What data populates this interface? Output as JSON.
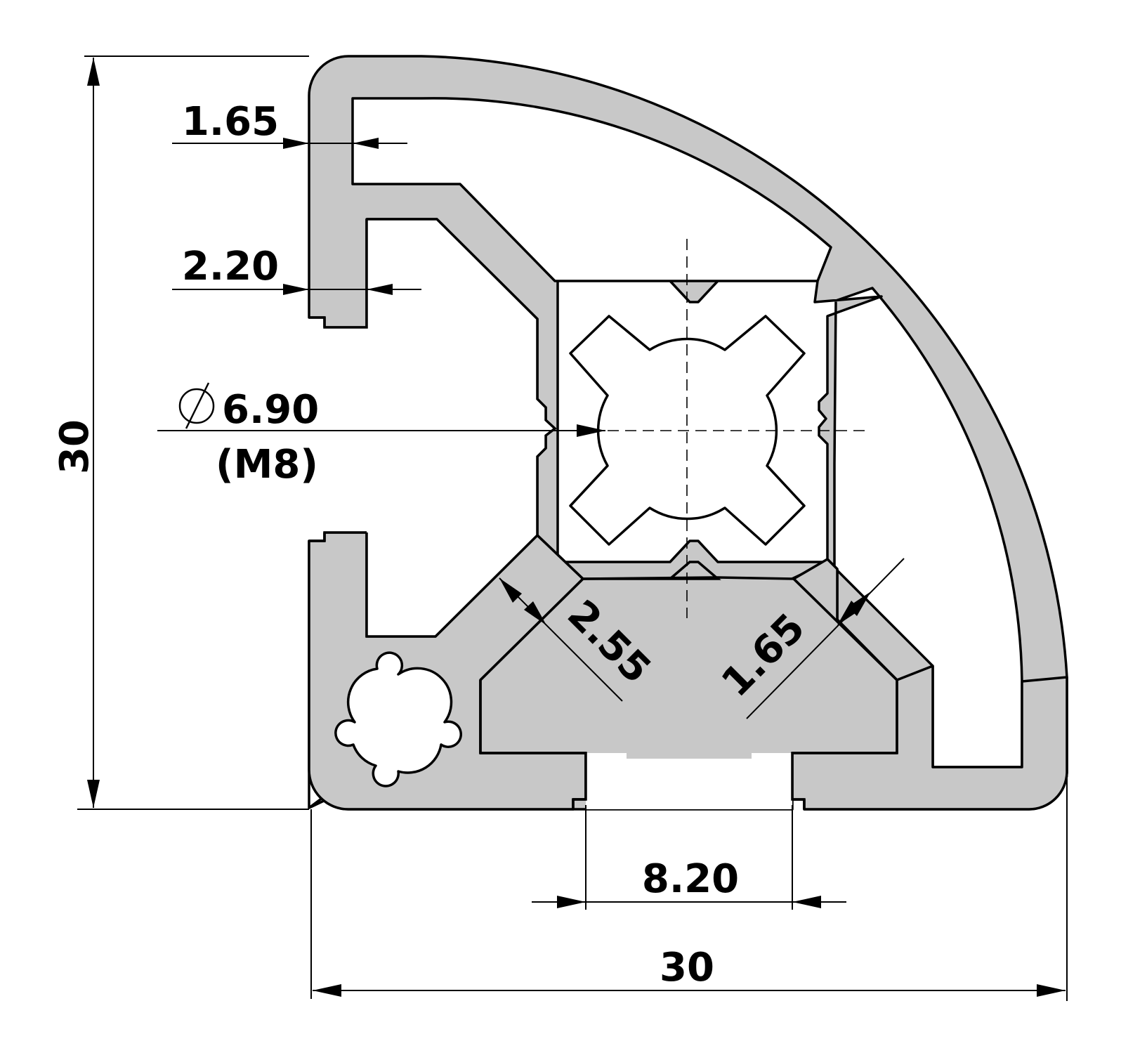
{
  "dimensions": {
    "height": "30",
    "width": "30",
    "top_wall": "1.65",
    "lip": "2.20",
    "bore_diameter": "6.90",
    "bore_thread": "(M8)",
    "diagonal_web": "2.55",
    "diagonal_wall": "1.65",
    "slot_width": "8.20"
  },
  "symbols": {
    "diameter": "⌀"
  }
}
